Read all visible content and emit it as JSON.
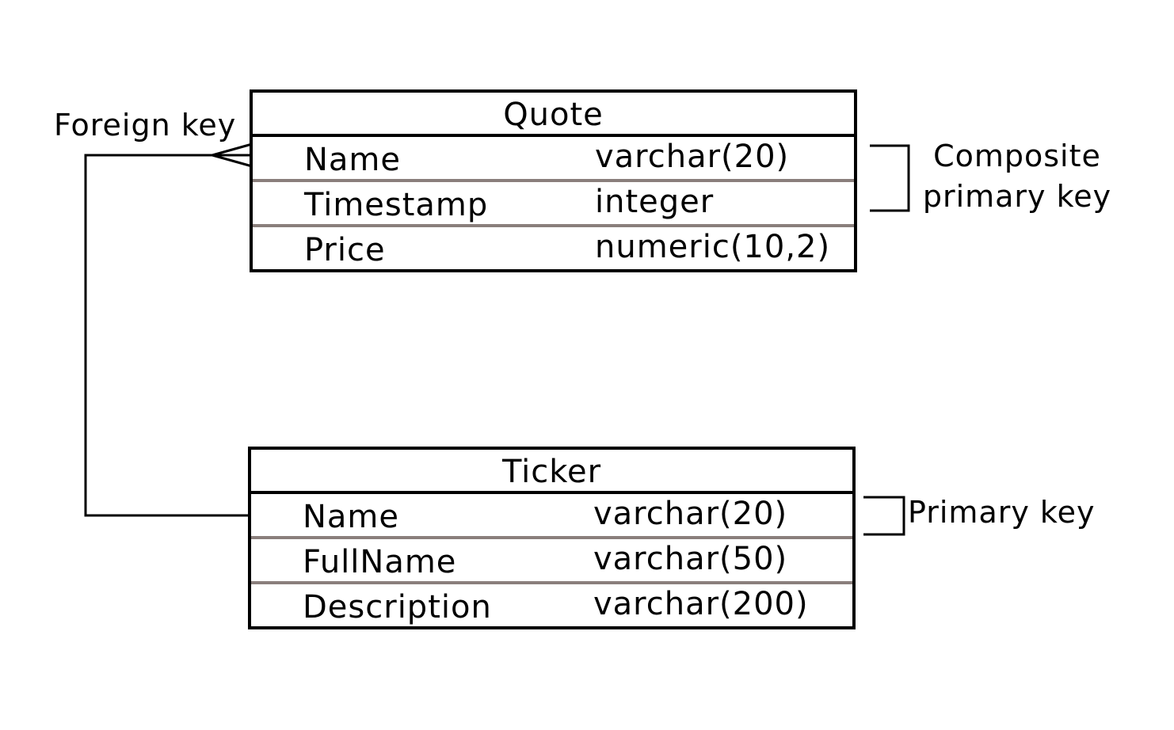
{
  "quote_table": {
    "title": "Quote",
    "fields": [
      {
        "name": "Name",
        "type": "varchar(20)"
      },
      {
        "name": "Timestamp",
        "type": "integer"
      },
      {
        "name": "Price",
        "type": "numeric(10,2)"
      }
    ]
  },
  "ticker_table": {
    "title": "Ticker",
    "fields": [
      {
        "name": "Name",
        "type": "varchar(20)"
      },
      {
        "name": "FullName",
        "type": "varchar(50)"
      },
      {
        "name": "Description",
        "type": "varchar(200)"
      }
    ]
  },
  "annotations": {
    "foreign_key": "Foreign key",
    "composite_line1": "Composite",
    "composite_line2": "primary key",
    "primary_key": "Primary key"
  }
}
